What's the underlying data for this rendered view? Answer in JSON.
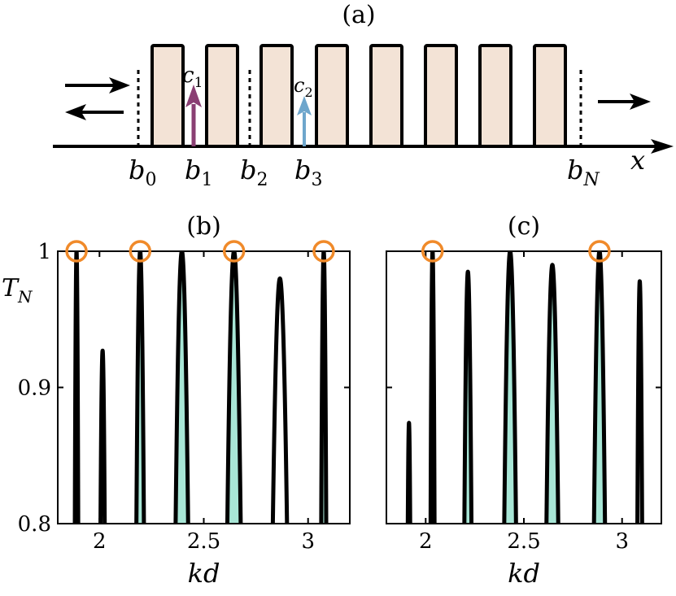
{
  "panel_a": {
    "label": "(a)",
    "labels": {
      "b0": {
        "base": "b",
        "sub": "0"
      },
      "b1": {
        "base": "b",
        "sub": "1"
      },
      "b2": {
        "base": "b",
        "sub": "2"
      },
      "b3": {
        "base": "b",
        "sub": "3"
      },
      "bN": {
        "base": "b",
        "sub": "N"
      },
      "c1": {
        "base": "c",
        "sub": "1"
      },
      "c2": {
        "base": "c",
        "sub": "2"
      },
      "x": "x"
    },
    "colors": {
      "barrier_fill": "#f3e3d6",
      "c1_arrow": "#8a3f73",
      "c2_arrow": "#6ea6cc"
    }
  },
  "chart_data": [
    {
      "type": "line",
      "panel_label": "(b)",
      "xlabel": "kd",
      "ylabel": {
        "base": "T",
        "sub": "N"
      },
      "xlim": [
        1.8,
        3.2
      ],
      "ylim": [
        0.8,
        1.0
      ],
      "xticks": [
        2,
        2.5,
        3
      ],
      "xtick_labels": [
        "2",
        "2.5",
        "3"
      ],
      "yticks": [
        0.8,
        0.9,
        1.0
      ],
      "ytick_labels": [
        "0.8",
        "0.9",
        "1"
      ],
      "peaks": [
        {
          "x": 1.89,
          "ymax": 1.0,
          "halfwidth": 0.008,
          "shaded": false,
          "circled": true
        },
        {
          "x": 2.015,
          "ymax": 0.927,
          "halfwidth": 0.01,
          "shaded": false,
          "circled": false
        },
        {
          "x": 2.195,
          "ymax": 1.0,
          "halfwidth": 0.018,
          "shaded": true,
          "circled": true
        },
        {
          "x": 2.395,
          "ymax": 1.0,
          "halfwidth": 0.03,
          "shaded": true,
          "circled": false
        },
        {
          "x": 2.645,
          "ymax": 1.0,
          "halfwidth": 0.032,
          "shaded": true,
          "circled": true
        },
        {
          "x": 2.865,
          "ymax": 0.98,
          "halfwidth": 0.034,
          "shaded": false,
          "circled": false
        },
        {
          "x": 3.075,
          "ymax": 1.0,
          "halfwidth": 0.012,
          "shaded": true,
          "circled": true
        }
      ]
    },
    {
      "type": "line",
      "panel_label": "(c)",
      "xlabel": "kd",
      "xlim": [
        1.8,
        3.2
      ],
      "ylim": [
        0.8,
        1.0
      ],
      "xticks": [
        2,
        2.5,
        3
      ],
      "xtick_labels": [
        "2",
        "2.5",
        "3"
      ],
      "yticks": [
        0.8,
        0.9,
        1.0
      ],
      "peaks": [
        {
          "x": 1.915,
          "ymax": 0.874,
          "halfwidth": 0.006,
          "shaded": false,
          "circled": false
        },
        {
          "x": 2.035,
          "ymax": 1.0,
          "halfwidth": 0.01,
          "shaded": true,
          "circled": true
        },
        {
          "x": 2.215,
          "ymax": 0.985,
          "halfwidth": 0.018,
          "shaded": true,
          "circled": false
        },
        {
          "x": 2.43,
          "ymax": 1.0,
          "halfwidth": 0.03,
          "shaded": true,
          "circled": false
        },
        {
          "x": 2.645,
          "ymax": 0.99,
          "halfwidth": 0.03,
          "shaded": true,
          "circled": false
        },
        {
          "x": 2.885,
          "ymax": 1.0,
          "halfwidth": 0.028,
          "shaded": true,
          "circled": true
        },
        {
          "x": 3.09,
          "ymax": 0.978,
          "halfwidth": 0.012,
          "shaded": false,
          "circled": false
        }
      ]
    }
  ],
  "colors": {
    "shade": "#a8e6d6",
    "circle": "#f08a2a",
    "line": "#000000"
  }
}
